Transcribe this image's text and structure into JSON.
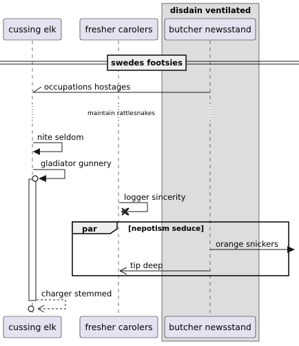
{
  "box": {
    "title": "disdain ventilated"
  },
  "participants": [
    {
      "name": "cussing elk"
    },
    {
      "name": "fresher carolers"
    },
    {
      "name": "butcher newsstand"
    }
  ],
  "divider": {
    "label": "swedes footsies"
  },
  "messages": [
    {
      "text": "occupations hostages"
    },
    {
      "text": "maintain rattlesnakes"
    },
    {
      "text": "nite seldom"
    },
    {
      "text": "gladiator gunnery"
    },
    {
      "text": "logger sincerity"
    },
    {
      "text": "orange snickers"
    },
    {
      "text": "tip deep"
    },
    {
      "text": "charger stemmed"
    }
  ],
  "fragment": {
    "keyword": "par",
    "guard": "[nepotism seduce]"
  }
}
